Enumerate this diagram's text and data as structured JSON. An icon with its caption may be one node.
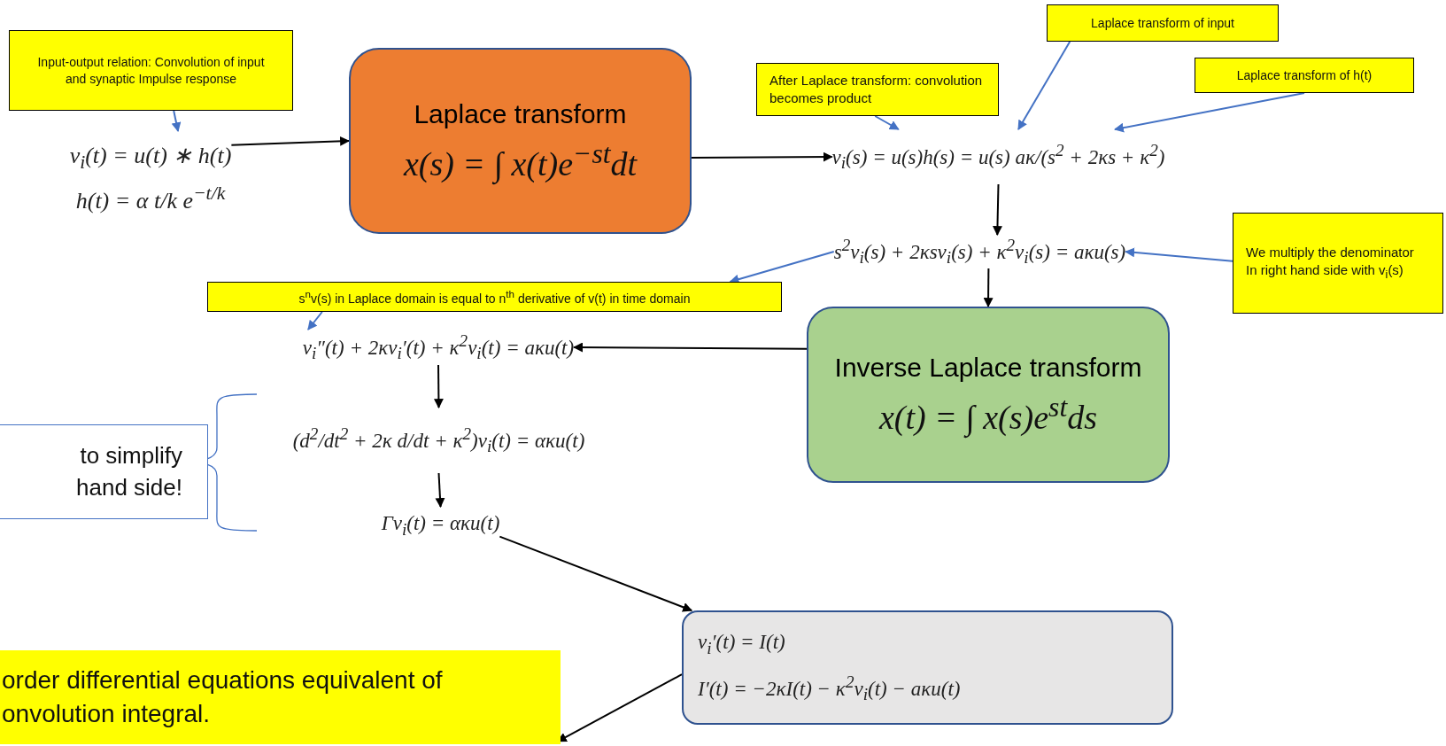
{
  "diagram": {
    "nodes": [
      {
        "text": [
          "Input-output relation: Convolution of input and synaptic Impulse response"
        ]
      },
      {
        "text": [
          "v$_{i}$(t) = u(t) ∗ h(t)",
          "h(t) = α t/k e$^{−t/k}$"
        ]
      },
      {
        "text": [
          "Laplace transform",
          "x(s) = ∫ x(t)e$^{−st}$dt"
        ]
      },
      {
        "text": [
          "After Laplace transform: convolution becomes product"
        ]
      },
      {
        "text": [
          "Laplace transform of input"
        ]
      },
      {
        "text": [
          "Laplace transform of h(t)"
        ]
      },
      {
        "text": [
          "v$_{i}$(s) = u(s)h(s) = u(s) aκ/(s$^{2}$ + 2κs + κ$^{2}$)"
        ]
      },
      {
        "text": [
          "s$^{2}$v$_{i}$(s) + 2κsv$_{i}$(s) + κ$^{2}$v$_{i}$(s) = aκu(s)"
        ]
      },
      {
        "text": [
          "We multiply the denominator",
          "In right hand side with v$_{i}$(s)"
        ]
      },
      {
        "text": [
          "s$^{n}$v(s) in Laplace domain is equal to n$^{th}$ derivative of v(t) in time domain"
        ]
      },
      {
        "text": [
          "Inverse Laplace transform",
          "x(t) = ∫ x(s)e$^{st}$ds"
        ]
      },
      {
        "text": [
          "v$_{i}$″(t) + 2κv$_{i}$′(t) + κ$^{2}$v$_{i}$(t) = aκu(t)"
        ]
      },
      {
        "text": [
          "(d$^{2}$/dt$^{2}$ + 2κ d/dt + κ$^{2}$)v$_{i}$(t) = ακu(t)"
        ]
      },
      {
        "text": [
          "Γv$_{i}$(t) = ακu(t)"
        ]
      },
      {
        "text": [
          "to simplify hand side!"
        ]
      },
      {
        "text": [
          "v$_{i}$′(t) = I(t)",
          "I′(t) = −2κI(t) − κ$^{2}$v$_{i}$(t) − aκu(t)"
        ]
      },
      {
        "text": [
          "order differential equations equivalent of onvolution integral."
        ]
      }
    ],
    "edges": [
      {
        "from": 0,
        "to": 1,
        "arrow": "to",
        "color": "#4472c4"
      },
      {
        "from": 1,
        "to": 2,
        "arrow": "to"
      },
      {
        "from": 2,
        "to": 6,
        "arrow": "to"
      },
      {
        "from": 3,
        "to": 6,
        "arrow": "to",
        "color": "#4472c4"
      },
      {
        "from": 4,
        "to": 6,
        "arrow": "to",
        "color": "#4472c4"
      },
      {
        "from": 5,
        "to": 6,
        "arrow": "to",
        "color": "#4472c4"
      },
      {
        "from": 6,
        "to": 7,
        "arrow": "to"
      },
      {
        "from": 7,
        "to": 9,
        "arrow": "to",
        "color": "#4472c4"
      },
      {
        "from": 8,
        "to": 7,
        "arrow": "to",
        "color": "#4472c4"
      },
      {
        "from": 7,
        "to": 10,
        "arrow": "to"
      },
      {
        "from": 9,
        "to": 11,
        "arrow": "to",
        "color": "#4472c4"
      },
      {
        "from": 10,
        "to": 11,
        "arrow": "to"
      },
      {
        "from": 11,
        "to": 12,
        "arrow": "to"
      },
      {
        "from": 12,
        "to": 13,
        "arrow": "to"
      },
      {
        "from": 13,
        "to": 15,
        "arrow": "to"
      },
      {
        "from": 15,
        "to": 16,
        "arrow": "to"
      }
    ]
  }
}
